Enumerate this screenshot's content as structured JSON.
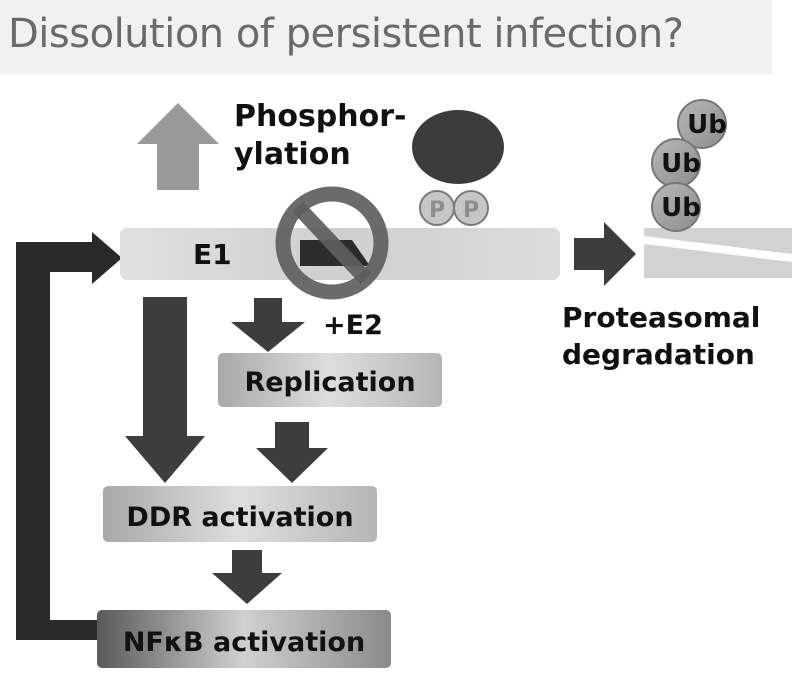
{
  "title": "Dissolution of persistent infection?",
  "labels": {
    "phosphorylation_line1": "Phosphor-",
    "phosphorylation_line2": "ylation",
    "e1": "E1",
    "e2": "+E2",
    "p1": "P",
    "p2": "P",
    "ub1": "Ub",
    "ub2": "Ub",
    "ub3": "Ub",
    "proteasomal": "Proteasomal",
    "degradation": "degradation"
  },
  "boxes": {
    "replication": "Replication",
    "ddr": "DDR activation",
    "nfkb": "NFκB activation"
  },
  "colors": {
    "dark_arrow": "#3d3d3d",
    "light_arrow": "#9a9a9a",
    "feedback": "#2a2a2a",
    "blob": "#3c3c3c",
    "prohibition": "#5e5e5e"
  },
  "icons": {
    "prohibition": "no-entry-icon"
  }
}
